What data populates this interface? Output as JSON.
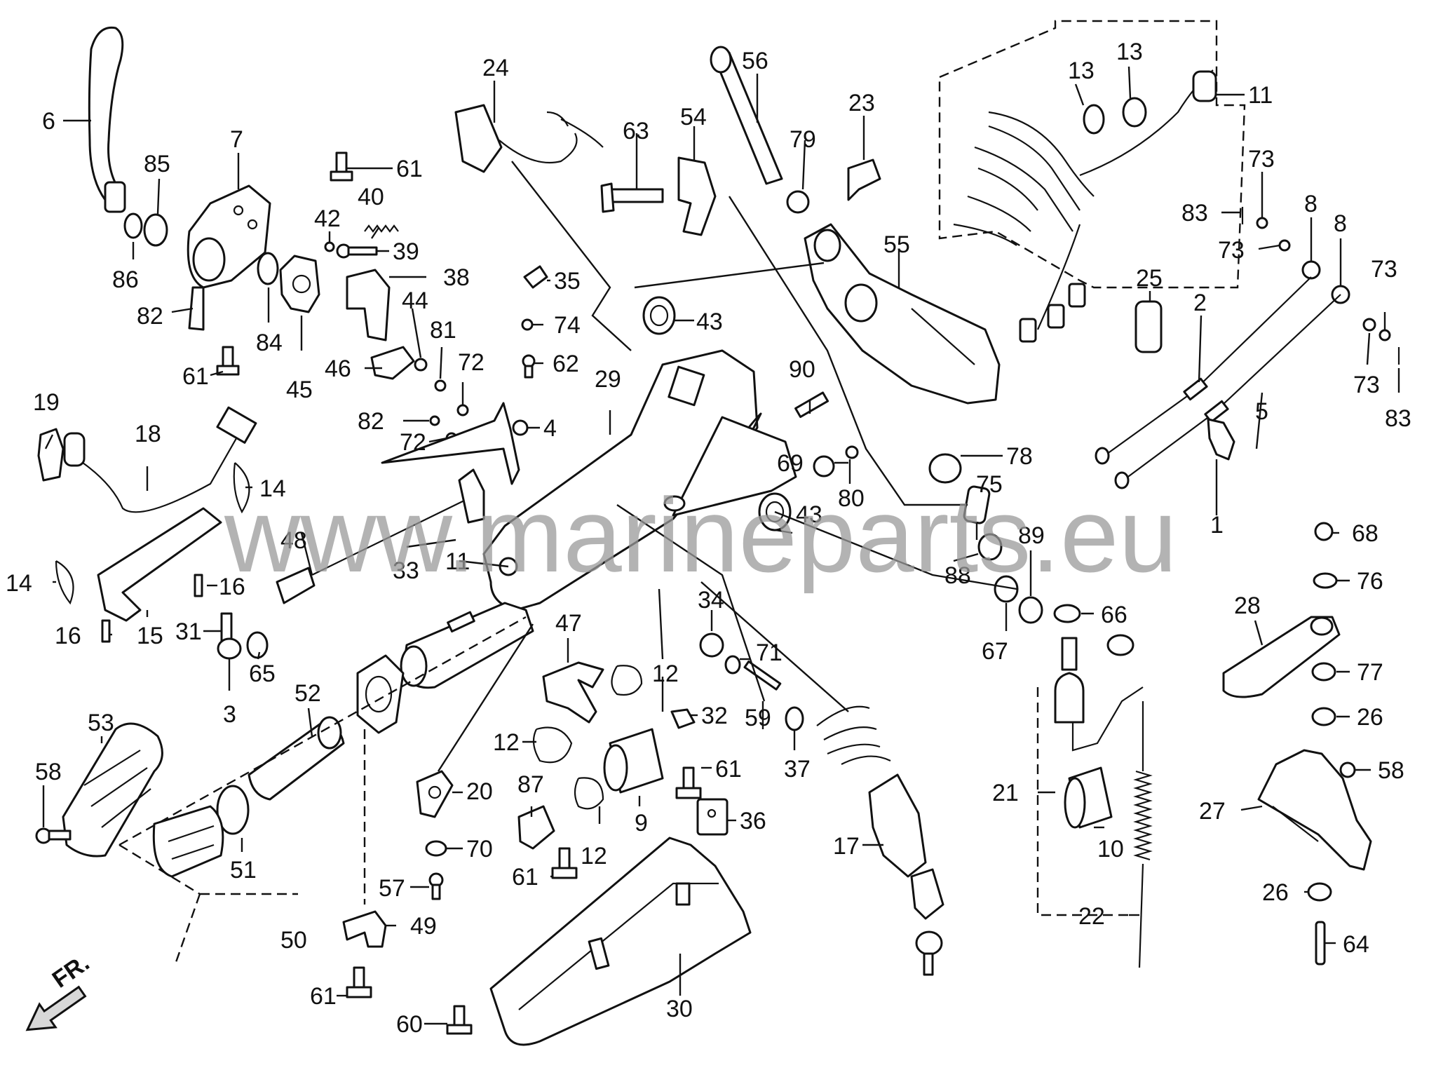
{
  "watermark": "www.marineparts.eu",
  "direction_label": "FR.",
  "callouts": {
    "c6": "6",
    "c7": "7",
    "c85": "85",
    "c86": "86",
    "c82a": "82",
    "c61a": "61",
    "c84": "84",
    "c45": "45",
    "c61b": "61",
    "c40": "40",
    "c42": "42",
    "c39": "39",
    "c38": "38",
    "c44": "44",
    "c46": "46",
    "c81": "81",
    "c72a": "72",
    "c82b": "82",
    "c72b": "72",
    "c4": "4",
    "c24": "24",
    "c56": "56",
    "c63": "63",
    "c54": "54",
    "c79": "79",
    "c23": "23",
    "c55": "55",
    "c35": "35",
    "c74": "74",
    "c62": "62",
    "c43a": "43",
    "c29": "29",
    "c90": "90",
    "c69": "69",
    "c80": "80",
    "c78": "78",
    "c13a": "13",
    "c13b": "13",
    "c11": "11",
    "c73a": "73",
    "c83a": "83",
    "c73b": "73",
    "c8a": "8",
    "c8b": "8",
    "c25": "25",
    "c2": "2",
    "c73c": "73",
    "c73d": "73",
    "c5": "5",
    "c83b": "83",
    "c1": "1",
    "c19": "19",
    "c18": "18",
    "c14a": "14",
    "c14b": "14",
    "c48": "48",
    "c16a": "16",
    "c16b": "16",
    "c15": "15",
    "c31": "31",
    "c3": "3",
    "c65": "65",
    "c33": "33",
    "c11b": "11",
    "c43b": "43",
    "c75": "75",
    "c88": "88",
    "c89": "89",
    "c47": "47",
    "c34": "34",
    "c71": "71",
    "c12a": "12",
    "c32": "32",
    "c59": "59",
    "c37": "37",
    "c53": "53",
    "c52": "52",
    "c58a": "58",
    "c51": "51",
    "c50": "50",
    "c12b": "12",
    "c87": "87",
    "c9": "9",
    "c61c": "61",
    "c36": "36",
    "c20": "20",
    "c70": "70",
    "c57": "57",
    "c12c": "12",
    "c61d": "61",
    "c49": "49",
    "c61e": "61",
    "c60": "60",
    "c30": "30",
    "c17": "17",
    "c66": "66",
    "c67": "67",
    "c21": "21",
    "c10": "10",
    "c22": "22",
    "c68": "68",
    "c76": "76",
    "c28": "28",
    "c77": "77",
    "c26a": "26",
    "c27": "27",
    "c58b": "58",
    "c26b": "26",
    "c64": "64"
  }
}
